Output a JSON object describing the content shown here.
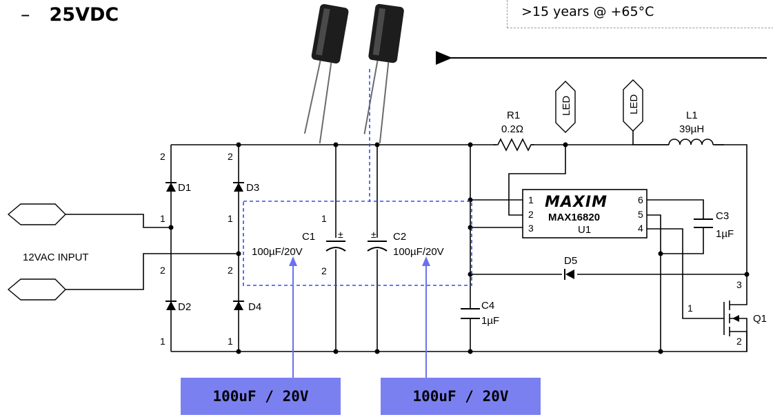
{
  "heading": {
    "dash": "–",
    "text": "25VDC"
  },
  "note": {
    "text": ">15 years @ +65°C"
  },
  "schematic": {
    "input_label": "12VAC INPUT",
    "d1": "D1",
    "d2": "D2",
    "d3": "D3",
    "d4": "D4",
    "d5": "D5",
    "c1_name": "C1",
    "c1_value": "100µF/20V",
    "c2_name": "C2",
    "c2_value": "100µF/20V",
    "c3_name": "C3",
    "c3_value": "1µF",
    "c4_name": "C4",
    "c4_value": "1µF",
    "r1_name": "R1",
    "r1_value": "0.2Ω",
    "l1_name": "L1",
    "l1_value": "39µH",
    "led": "LED",
    "ic_brand": "MAXIM",
    "ic_part": "MAX16820",
    "ic_ref": "U1",
    "q1": "Q1",
    "pin_1": "1",
    "pin_2": "2",
    "pin_3": "3",
    "pin_4": "4",
    "pin_5": "5",
    "pin_6": "6"
  },
  "callouts": {
    "left": "100uF / 20V",
    "right": "100uF / 20V"
  },
  "colors": {
    "callout": "#7b80f0",
    "dashed_box": "#2b4ef5",
    "arrow": "#000000"
  }
}
